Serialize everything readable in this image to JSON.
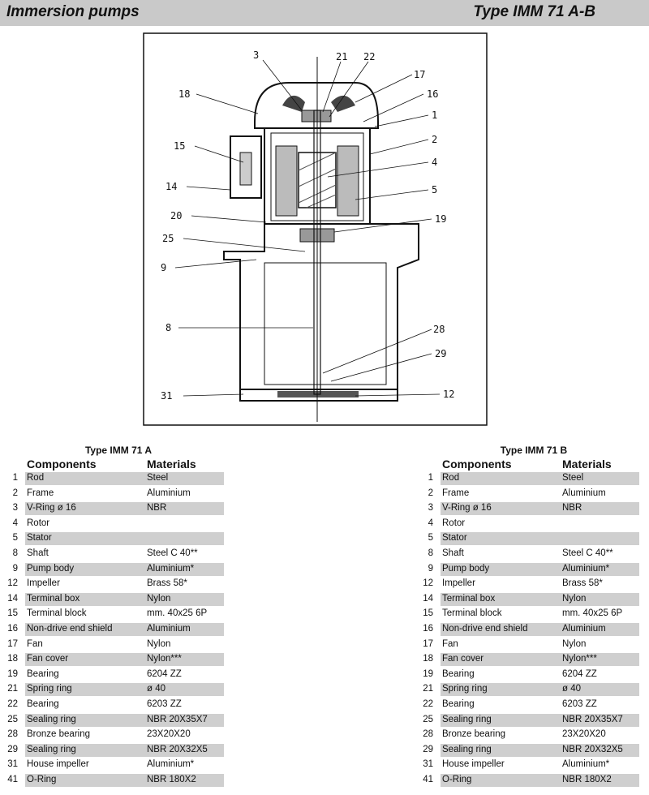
{
  "header": {
    "title": "Immersion pumps",
    "type_label": "Type  IMM 71 A-B"
  },
  "drawing": {
    "callouts": [
      "3",
      "21",
      "22",
      "17",
      "16",
      "1",
      "18",
      "15",
      "2",
      "4",
      "14",
      "5",
      "20",
      "19",
      "25",
      "9",
      "8",
      "28",
      "29",
      "31",
      "12"
    ]
  },
  "tables": [
    {
      "title": "Type IMM 71 A",
      "col_components": "Components",
      "col_materials": "Materials",
      "rows": [
        {
          "n": "1",
          "c": "Rod",
          "m": "Steel"
        },
        {
          "n": "2",
          "c": "Frame",
          "m": "Aluminium"
        },
        {
          "n": "3",
          "c": "V-Ring  ø 16",
          "m": "NBR"
        },
        {
          "n": "4",
          "c": "Rotor",
          "m": ""
        },
        {
          "n": "5",
          "c": "Stator",
          "m": ""
        },
        {
          "n": "8",
          "c": "Shaft",
          "m": "Steel C 40**"
        },
        {
          "n": "9",
          "c": "Pump body",
          "m": "Aluminium*"
        },
        {
          "n": "12",
          "c": "Impeller",
          "m": "Brass  58*"
        },
        {
          "n": "14",
          "c": "Terminal box",
          "m": "Nylon"
        },
        {
          "n": "15",
          "c": "Terminal block",
          "m": "mm. 40x25  6P"
        },
        {
          "n": "16",
          "c": "Non-drive end shield",
          "m": "Aluminium"
        },
        {
          "n": "17",
          "c": "Fan",
          "m": "Nylon"
        },
        {
          "n": "18",
          "c": "Fan cover",
          "m": "Nylon***"
        },
        {
          "n": "19",
          "c": "Bearing",
          "m": "6204 ZZ"
        },
        {
          "n": "21",
          "c": "Spring ring",
          "m": "ø 40"
        },
        {
          "n": "22",
          "c": "Bearing",
          "m": "6203 ZZ"
        },
        {
          "n": "25",
          "c": "Sealing ring",
          "m": "NBR 20X35X7"
        },
        {
          "n": "28",
          "c": "Bronze bearing",
          "m": "23X20X20"
        },
        {
          "n": "29",
          "c": "Sealing ring",
          "m": "NBR 20X32X5"
        },
        {
          "n": "31",
          "c": "House impeller",
          "m": "Aluminium*"
        },
        {
          "n": "41",
          "c": "O-Ring",
          "m": "NBR  180X2"
        }
      ]
    },
    {
      "title": "Type IMM 71 B",
      "col_components": "Components",
      "col_materials": "Materials",
      "rows": [
        {
          "n": "1",
          "c": "Rod",
          "m": "Steel"
        },
        {
          "n": "2",
          "c": "Frame",
          "m": "Aluminium"
        },
        {
          "n": "3",
          "c": "V-Ring  ø 16",
          "m": "NBR"
        },
        {
          "n": "4",
          "c": "Rotor",
          "m": ""
        },
        {
          "n": "5",
          "c": "Stator",
          "m": ""
        },
        {
          "n": "8",
          "c": "Shaft",
          "m": "Steel C 40**"
        },
        {
          "n": "9",
          "c": "Pump body",
          "m": "Aluminium*"
        },
        {
          "n": "12",
          "c": "Impeller",
          "m": "Brass  58*"
        },
        {
          "n": "14",
          "c": "Terminal box",
          "m": "Nylon"
        },
        {
          "n": "15",
          "c": "Terminal block",
          "m": "mm. 40x25  6P"
        },
        {
          "n": "16",
          "c": "Non-drive end shield",
          "m": "Aluminium"
        },
        {
          "n": "17",
          "c": "Fan",
          "m": "Nylon"
        },
        {
          "n": "18",
          "c": "Fan cover",
          "m": "Nylon***"
        },
        {
          "n": "19",
          "c": "Bearing",
          "m": "6204 ZZ"
        },
        {
          "n": "21",
          "c": "Spring ring",
          "m": "ø 40"
        },
        {
          "n": "22",
          "c": "Bearing",
          "m": "6203 ZZ"
        },
        {
          "n": "25",
          "c": "Sealing ring",
          "m": "NBR 20X35X7"
        },
        {
          "n": "28",
          "c": "Bronze bearing",
          "m": "23X20X20"
        },
        {
          "n": "29",
          "c": "Sealing ring",
          "m": "NBR 20X32X5"
        },
        {
          "n": "31",
          "c": "House impeller",
          "m": "Aluminium*"
        },
        {
          "n": "41",
          "c": "O-Ring",
          "m": "NBR  180X2"
        }
      ]
    }
  ]
}
